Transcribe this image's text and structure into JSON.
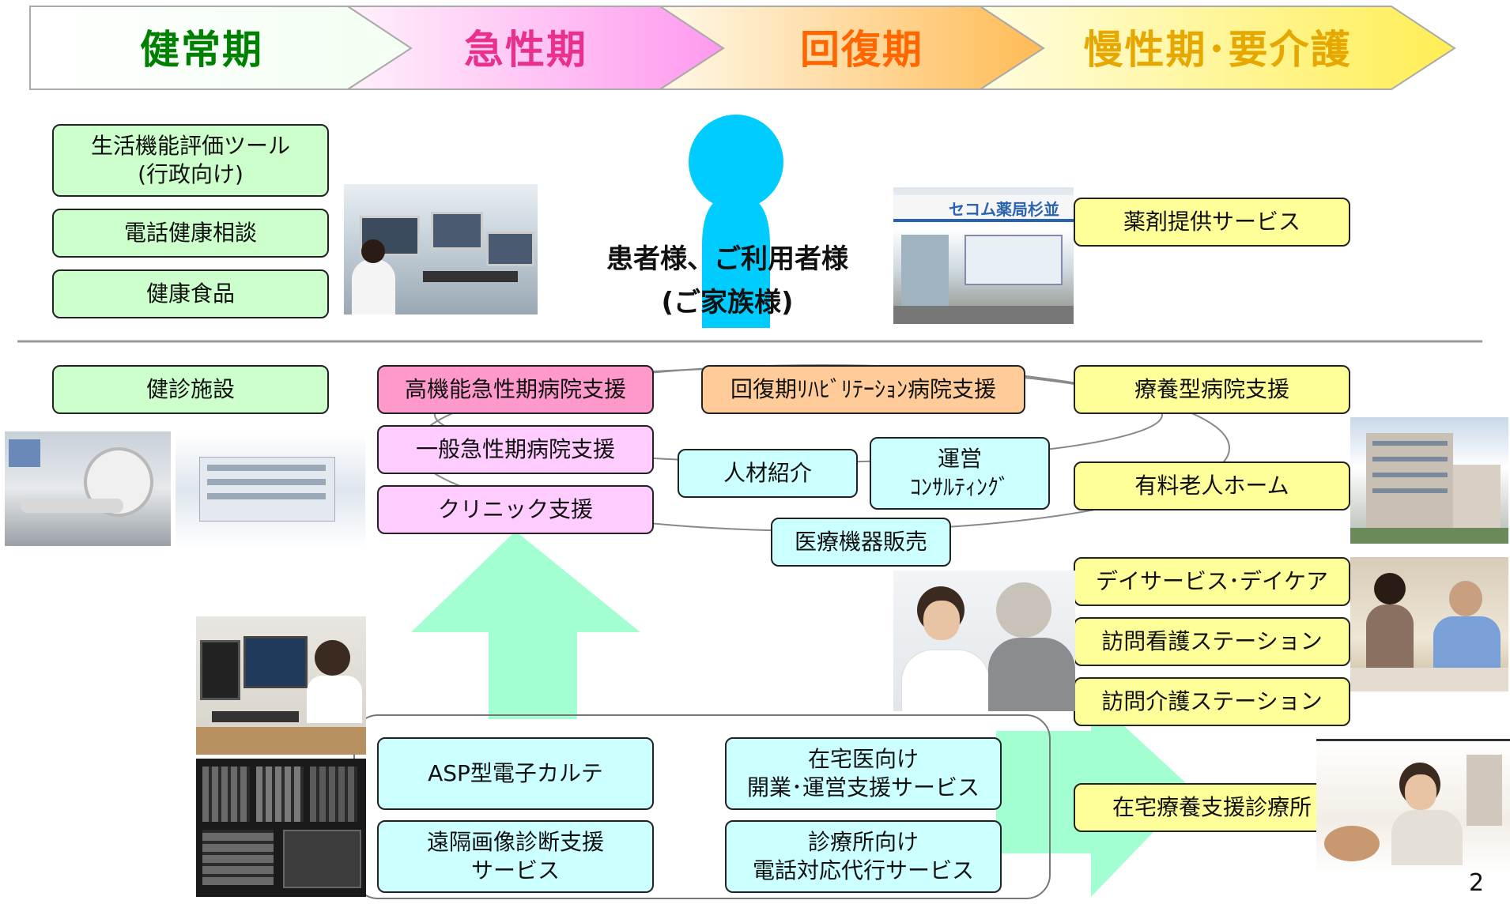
{
  "phases": [
    "健常期",
    "急性期",
    "回復期",
    "慢性期･要介護"
  ],
  "phase_colors": [
    "#008000",
    "#e8308c",
    "#ff6600",
    "#e6a800"
  ],
  "center": {
    "line1": "患者様、ご利用者様",
    "line2": "(ご家族様)"
  },
  "top_left": [
    {
      "line1": "生活機能評価ツール",
      "line2": "(行政向け)"
    },
    {
      "line1": "電話健康相談"
    },
    {
      "line1": "健康食品"
    }
  ],
  "pharmacy": {
    "service": "薬剤提供サービス",
    "sign": "セコム薬局杉並"
  },
  "health_check": "健診施設",
  "acute": [
    "高機能急性期病院支援",
    "一般急性期病院支援",
    "クリニック支援"
  ],
  "recovery": "回復期ﾘﾊﾋﾞﾘﾃｰｼｮﾝ病院支援",
  "middle": {
    "staffing": "人材紹介",
    "consulting": {
      "line1": "運営",
      "line2": "ｺﾝｻﾙﾃｨﾝｸﾞ"
    },
    "equipment": "医療機器販売"
  },
  "chronic": [
    "療養型病院支援",
    "有料老人ホーム"
  ],
  "care": [
    "デイサービス･デイケア",
    "訪問看護ステーション",
    "訪問介護ステーション"
  ],
  "home_clinic": "在宅療養支援診療所",
  "bottom": {
    "asp": "ASP型電子カルテ",
    "remote": {
      "line1": "遠隔画像診断支援",
      "line2": "サービス"
    },
    "homedoc": {
      "line1": "在宅医向け",
      "line2": "開業･運営支援サービス"
    },
    "phone": {
      "line1": "診療所向け",
      "line2": "電話対応代行サービス"
    }
  },
  "page_number": "2"
}
